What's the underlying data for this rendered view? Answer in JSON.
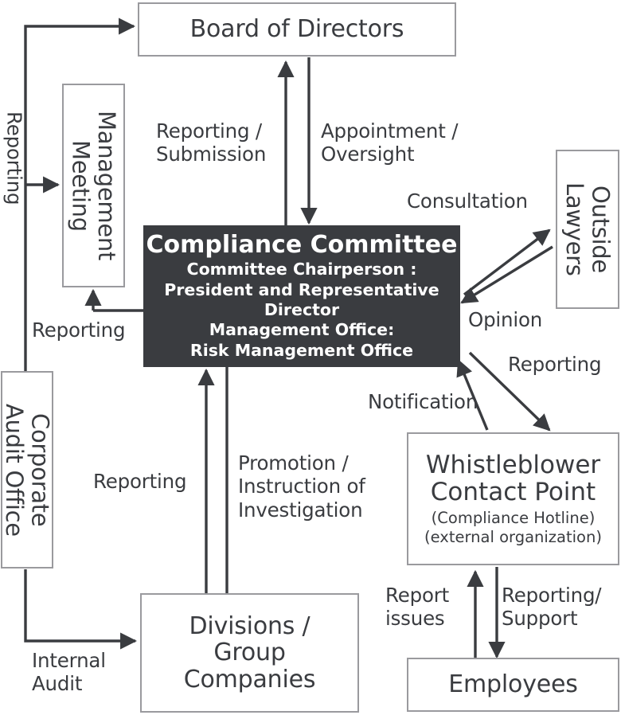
{
  "diagram": {
    "type": "flowchart",
    "title": "Compliance Promotion Structure",
    "colors": {
      "box_border": "#9a9a9e",
      "box_fill": "#ffffff",
      "highlight_fill": "#3a3c40",
      "highlight_text": "#ffffff",
      "text": "#3a3c40",
      "connector": "#3a3c40"
    },
    "nodes": {
      "board": {
        "label": "Board of Directors"
      },
      "management_meeting": {
        "label": "Management\nMeeting",
        "line1": "Management",
        "line2": "Meeting"
      },
      "corporate_audit": {
        "label": "Corporate\nAudit Office",
        "line1": "Corporate",
        "line2": "Audit Office"
      },
      "compliance_committee": {
        "title": "Compliance Committee",
        "sub1": "Committee Chairperson :",
        "sub2": "President and Representative Director",
        "sub3": "Management Office:",
        "sub4": "Risk Management Office"
      },
      "outside_lawyers": {
        "label": "Outside\nLawyers",
        "line1": "Outside",
        "line2": "Lawyers"
      },
      "whistleblower": {
        "line1": "Whistleblower",
        "line2": "Contact Point",
        "sub1": "(Compliance Hotline)",
        "sub2": "(external organization)"
      },
      "divisions": {
        "line1": "Divisions /",
        "line2": "Group",
        "line3": "Companies"
      },
      "employees": {
        "label": "Employees"
      }
    },
    "edge_labels": {
      "reporting_vertical_left": "Reporting",
      "reporting_submission": "Reporting /\nSubmission",
      "appointment_oversight": "Appointment /\nOversight",
      "consultation": "Consultation",
      "opinion": "Opinion",
      "reporting_to_mgmt": "Reporting",
      "reporting_divisions": "Reporting",
      "promotion_instruction": "Promotion /\nInstruction of\nInvestigation",
      "notification": "Notification",
      "reporting_whistleblower": "Reporting",
      "report_issues": "Report\nissues",
      "reporting_support": "Reporting/\nSupport",
      "internal_audit": "Internal\nAudit"
    }
  }
}
